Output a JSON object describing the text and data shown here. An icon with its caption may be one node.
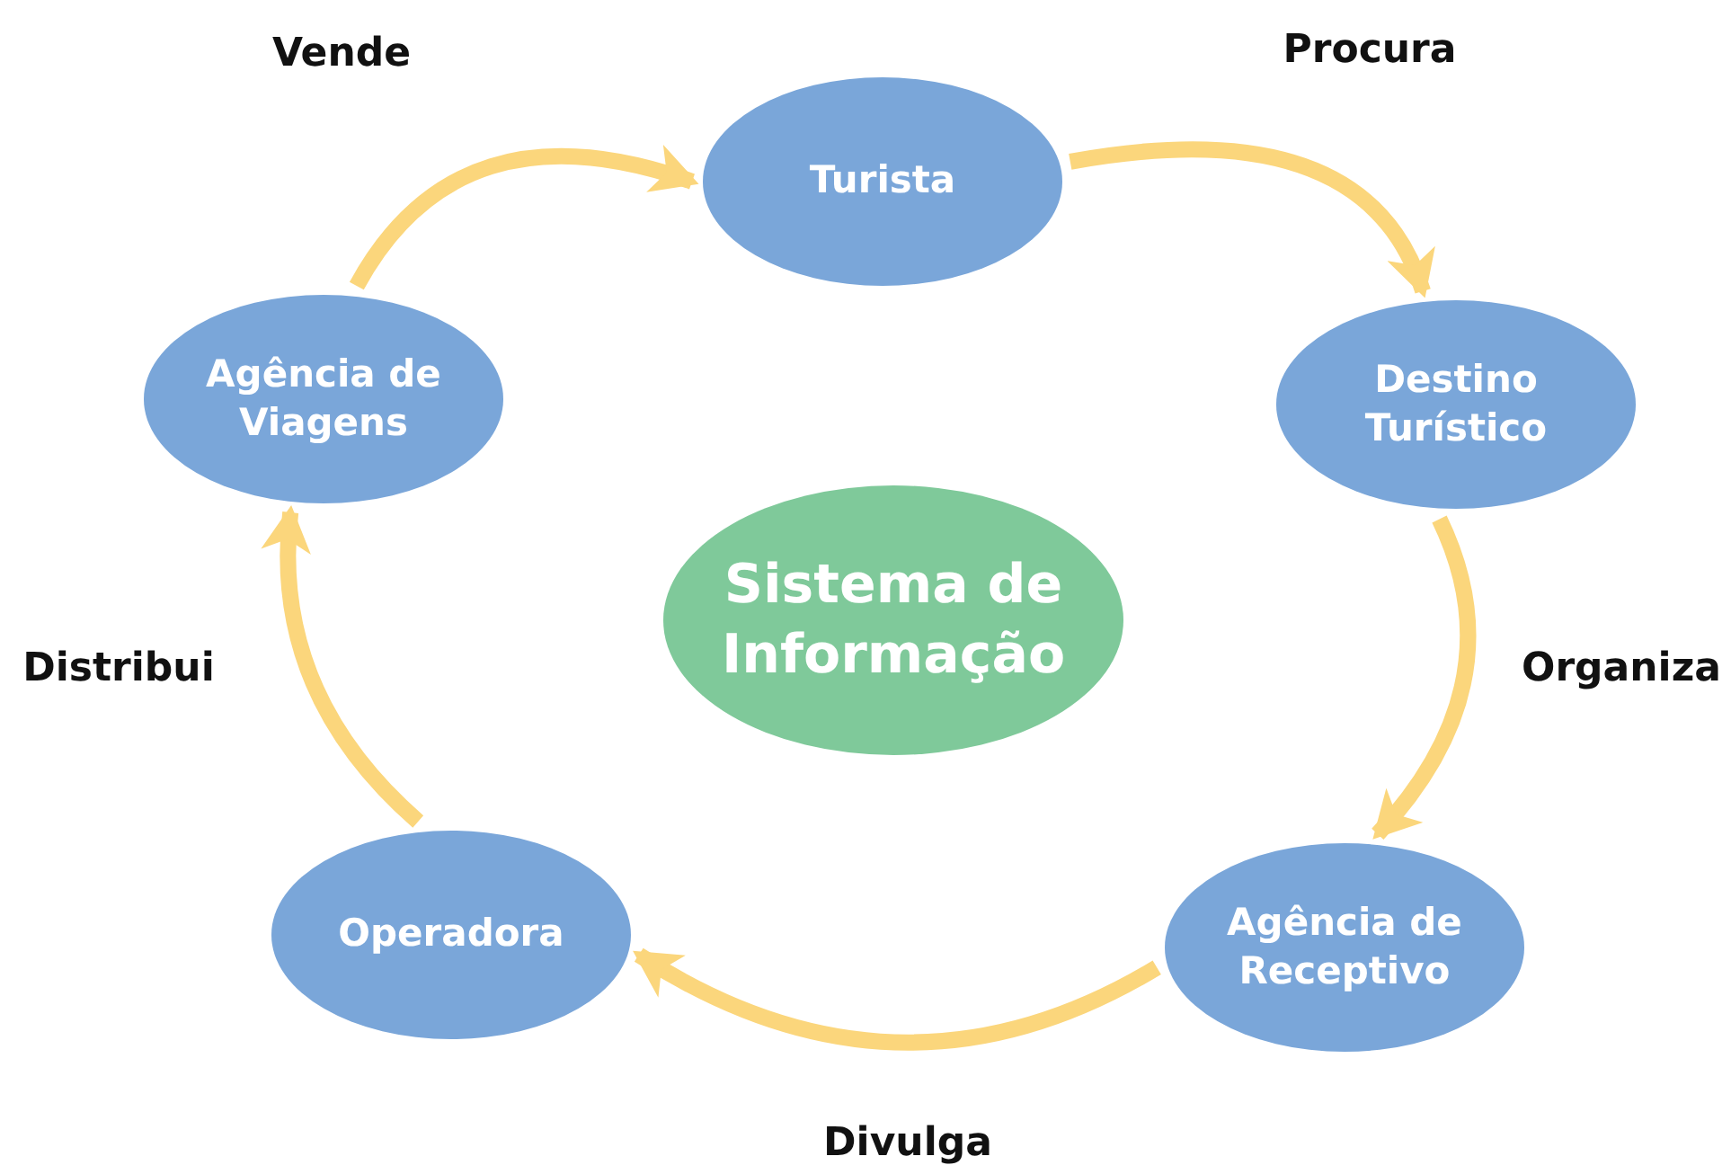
{
  "diagram": {
    "nodes": [
      {
        "text": [
          "Turista"
        ]
      },
      {
        "text": [
          "Destino Turístico"
        ]
      },
      {
        "text": [
          "Agência de Receptivo"
        ]
      },
      {
        "text": [
          "Operadora"
        ]
      },
      {
        "text": [
          "Agência de Viagens"
        ]
      },
      {
        "text": [
          "Sistema de Informação"
        ]
      }
    ],
    "edges": [
      {
        "from": 4,
        "to": 0,
        "arrow": "to",
        "label": "Vende"
      },
      {
        "from": 0,
        "to": 1,
        "arrow": "to",
        "label": "Procura"
      },
      {
        "from": 1,
        "to": 2,
        "arrow": "to",
        "label": "Organiza"
      },
      {
        "from": 2,
        "to": 3,
        "arrow": "to",
        "label": "Divulga"
      },
      {
        "from": 3,
        "to": 4,
        "arrow": "to",
        "label": "Distribui"
      }
    ]
  }
}
